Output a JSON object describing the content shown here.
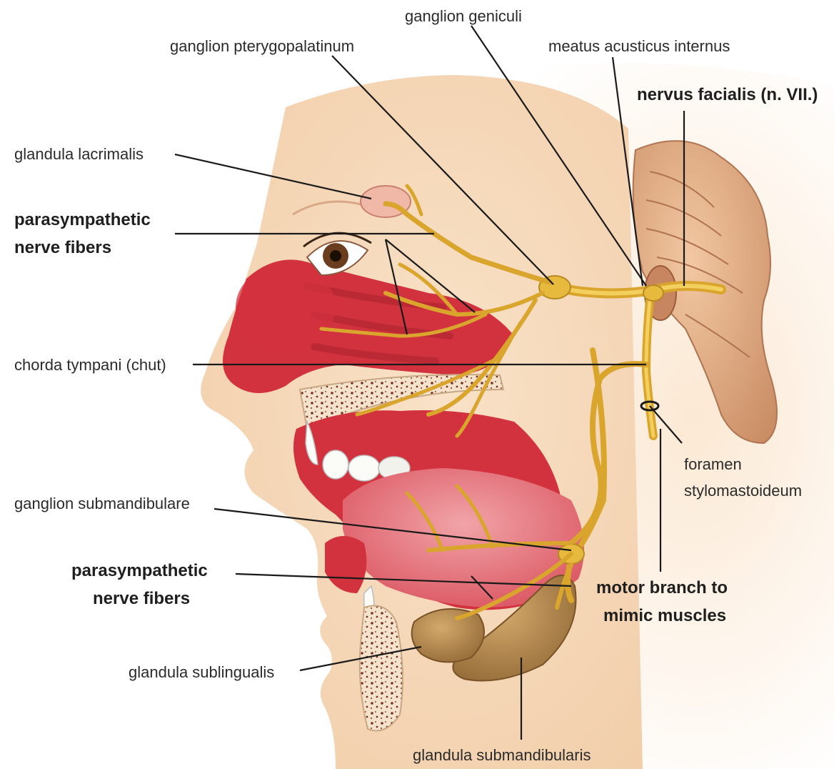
{
  "labels": {
    "ganglion_geniculi": "ganglion geniculi",
    "ganglion_pterygopalatinum": "ganglion pterygopalatinum",
    "meatus_acusticus_internus": "meatus acusticus internus",
    "nervus_facialis": "nervus facialis (n. VII.)",
    "glandula_lacrimalis": "glandula lacrimalis",
    "parasympathetic_top_line1": "parasympathetic",
    "parasympathetic_top_line2": "nerve fibers",
    "chorda_tympani": "chorda tympani (chut)",
    "foramen_line1": "foramen",
    "foramen_line2": "stylomastoideum",
    "ganglion_submandibulare": "ganglion submandibulare",
    "parasympathetic_bottom_line1": "parasympathetic",
    "parasympathetic_bottom_line2": "nerve fibers",
    "motor_branch_line1": "motor branch to",
    "motor_branch_line2": "mimic muscles",
    "glandula_sublingualis": "glandula sublingualis",
    "glandula_submandibularis": "glandula submandibularis"
  },
  "colors": {
    "skin": "#f7dcc0",
    "skin_shadow": "#efc9a4",
    "mucosa": "#d2323e",
    "mucosa_light": "#e4707a",
    "nerve": "#e7b93c",
    "gland": "#b88a4e",
    "brainstem": "#e9b48e",
    "bone": "#f3e6d2",
    "marrow": "#8a3a2a"
  }
}
